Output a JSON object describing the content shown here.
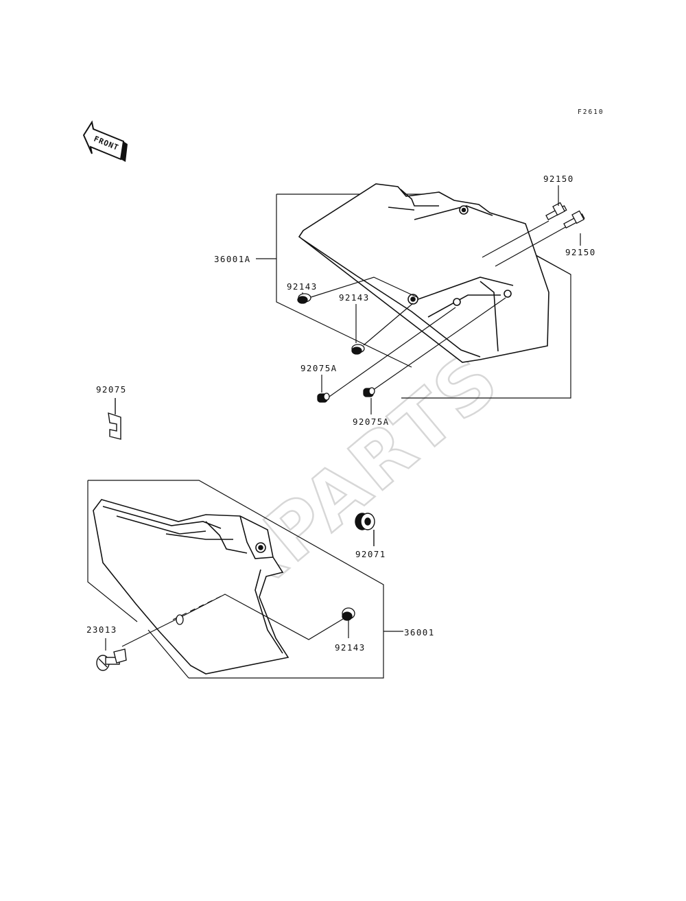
{
  "diagram": {
    "figure_ref": "F2610",
    "front_label": "FRONT",
    "watermark": "XPARTS",
    "colors": {
      "ink": "#111111",
      "watermark": "#d7d7d7",
      "background": "#ffffff"
    },
    "parts": {
      "cover_left": "36001A",
      "cover_right": "36001",
      "bolt": "92150",
      "grommet": "92143",
      "collar": "92075A",
      "clip": "92075",
      "damper": "92071",
      "screw": "23013"
    }
  }
}
